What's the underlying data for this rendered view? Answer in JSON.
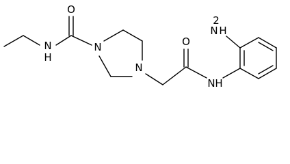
{
  "molecule": {
    "atoms": {
      "carbonyl_oxygen_left": "O",
      "amide_nitrogen_left": "N",
      "amide_h_left": "H",
      "piperazine_n_top": "N",
      "piperazine_n_bottom": "N",
      "carbonyl_oxygen_right": "O",
      "amide_nitrogen_right": "N",
      "amide_h_right": "H",
      "amine_nitrogen": "N",
      "amine_h": "H",
      "amine_h_subscript": "2"
    }
  }
}
